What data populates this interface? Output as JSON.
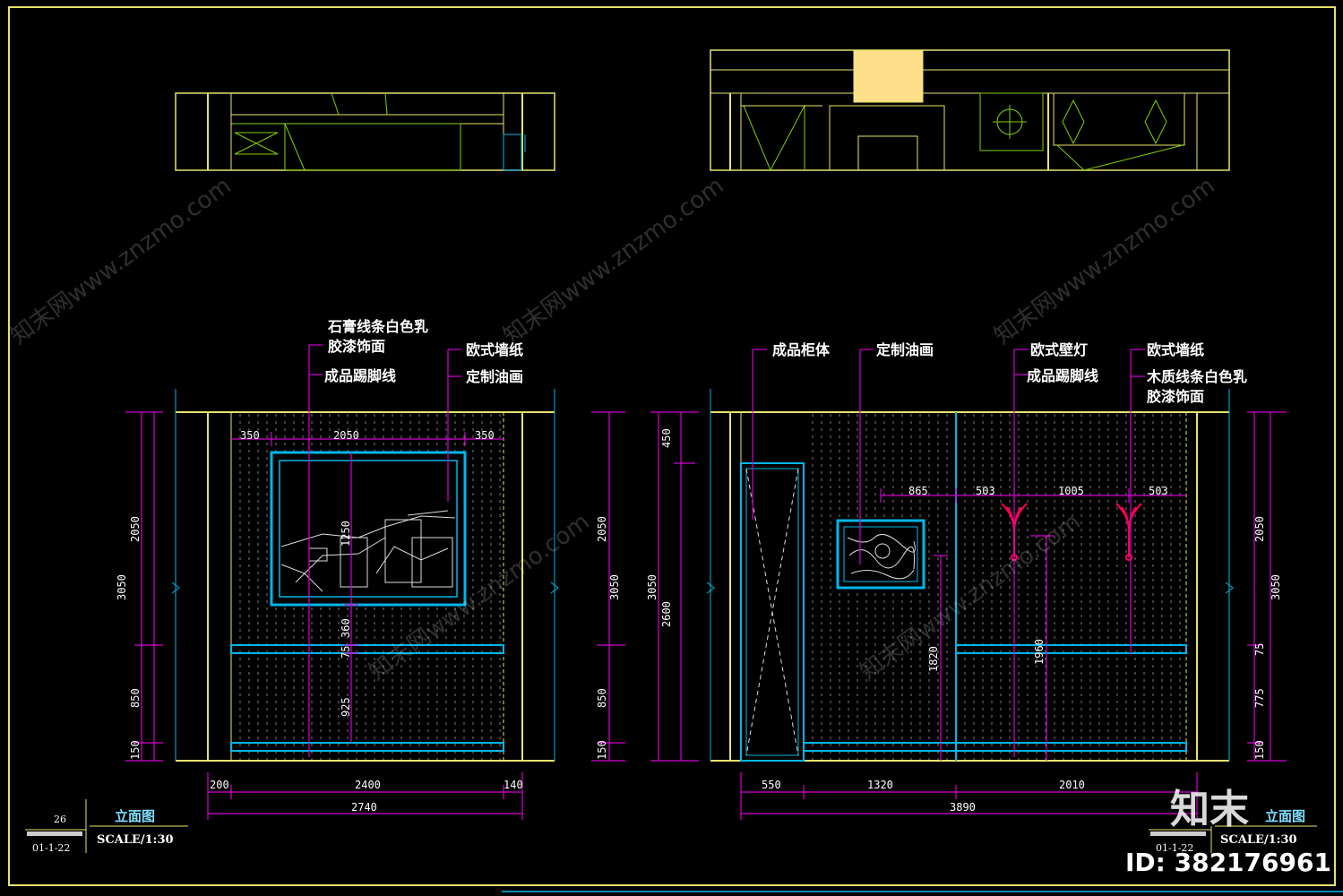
{
  "colors": {
    "frame": "#e8e36a",
    "dim": "#d400d4",
    "wall": "#e8e36a",
    "panel": "#00b7e8",
    "stripe": "#9a9a9a",
    "green": "#7fd000",
    "lamp": "#ff0055"
  },
  "left_elevation": {
    "annotations": {
      "gypsum_line_1": "石膏线条白色乳",
      "gypsum_line_2": "胶漆饰面",
      "skirting": "成品踢脚线",
      "wallpaper": "欧式墙纸",
      "oil_painting": "定制油画"
    },
    "dims_top": [
      "350",
      "2050",
      "350"
    ],
    "dims_left_outer": "3050",
    "dims_left_inner": [
      "2050",
      "850",
      "150"
    ],
    "dims_inner_vertical": [
      "1250",
      "360",
      "75",
      "925"
    ],
    "dims_bottom": [
      "200",
      "2400",
      "140"
    ],
    "dims_total": "2740",
    "title": "立面图",
    "scale": "SCALE/1:30",
    "sheet_no": "26",
    "sheet_ref": "01-1-22"
  },
  "right_elevation": {
    "annotations": {
      "cabinet": "成品柜体",
      "painting": "定制油画",
      "wall_lamp": "欧式壁灯",
      "wallpaper": "欧式墙纸",
      "skirting": "成品踢脚线",
      "wood_line_1": "木质线条白色乳",
      "wood_line_2": "胶漆饰面"
    },
    "dims_top": [
      "865",
      "503",
      "1005",
      "503"
    ],
    "dims_left_a": [
      "2050",
      "3050",
      "850",
      "150"
    ],
    "dims_left_b": [
      "450",
      "3050",
      "2600"
    ],
    "dims_inner_vertical": [
      "1820",
      "1960"
    ],
    "dims_right": [
      "2050",
      "3050",
      "75",
      "775",
      "150"
    ],
    "dims_bottom": [
      "550",
      "1320",
      "2010"
    ],
    "dims_total": "3890",
    "title": "立面图",
    "scale": "SCALE/1:30",
    "sheet_ref": "01-1-22"
  },
  "watermark": {
    "text": "知末网www.znzmo.com",
    "logo": "知末",
    "id": "ID: 382176961"
  }
}
